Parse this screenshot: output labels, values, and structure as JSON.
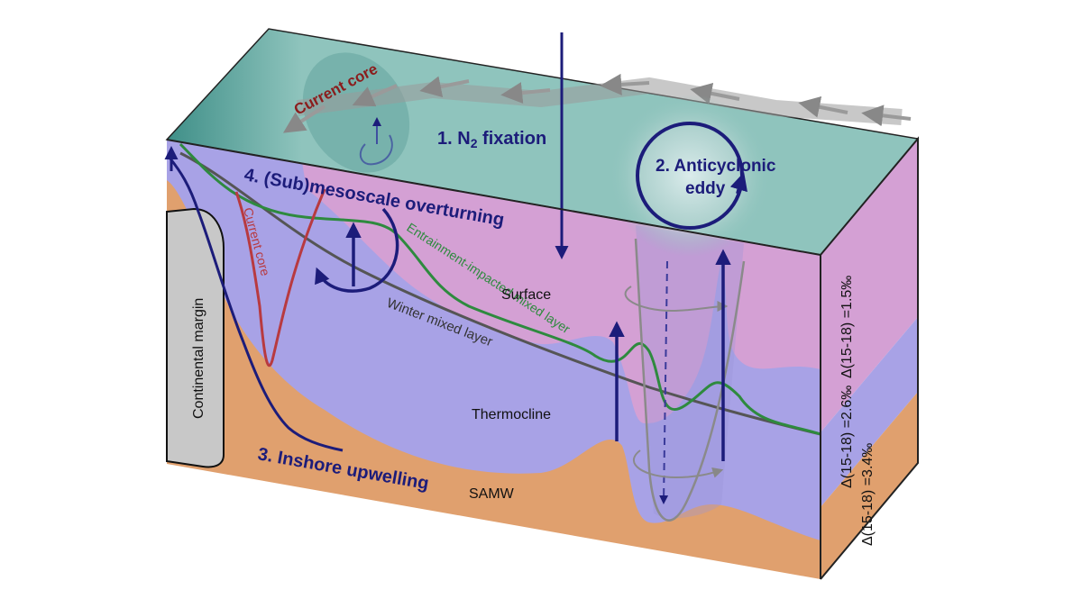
{
  "labels": {
    "current_core_surface": "Current core",
    "n2_fixation_prefix": "1. N",
    "n2_fixation_sub": "2",
    "n2_fixation_suffix": " fixation",
    "eddy_line1": "2. Anticyclonic",
    "eddy_line2": "eddy",
    "overturning": "4. (Sub)mesoscale overturning",
    "upwelling": "3. Inshore upwelling",
    "continental_margin": "Continental margin",
    "current_core_section": "Current core",
    "entrainment_layer": "Entrainment-impacted mixed layer",
    "winter_mixed_layer": "Winter mixed layer",
    "surface": "Surface",
    "thermocline": "Thermocline",
    "samw": "SAMW"
  },
  "side_labels": {
    "surface_delta": "Δ(15-18) =1.5‰",
    "thermocline_delta": "Δ(15-18) =2.6‰",
    "samw_delta": "Δ(15-18) =3.4‰"
  },
  "colors": {
    "top_face": "#8fc4bd",
    "surface_layer": "#d4a0d4",
    "thermocline_layer": "#a8a2e6",
    "samw_layer": "#e0a06e",
    "margin": "#c8c8c8",
    "navy": "#1c1c7a",
    "green_line": "#2e8a3e",
    "red_line": "#b83a40",
    "winter_line": "#555555"
  }
}
